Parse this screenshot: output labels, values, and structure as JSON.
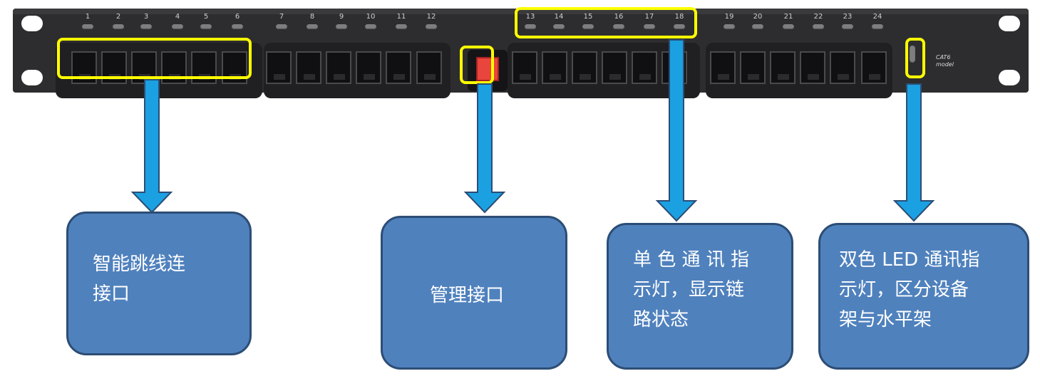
{
  "panel": {
    "port_numbers": [
      "1",
      "2",
      "3",
      "4",
      "5",
      "6",
      "7",
      "8",
      "9",
      "10",
      "11",
      "12",
      "13",
      "14",
      "15",
      "16",
      "17",
      "18",
      "19",
      "20",
      "21",
      "22",
      "23",
      "24"
    ],
    "brand_lines": [
      "CAT6",
      "model"
    ]
  },
  "callouts": {
    "smart_patch": [
      "智能跳线连",
      "接口"
    ],
    "management": [
      "管理接口"
    ],
    "single_led": [
      "单 色 通 讯 指",
      "示灯，显示链",
      "路状态"
    ],
    "dual_led": [
      "双色 LED 通讯指",
      "示灯，区分设备",
      "架与水平架"
    ]
  },
  "colors": {
    "highlight": "#ffff00",
    "arrow": "#1ba1e2",
    "callout_fill": "#4f81bd",
    "management_port": "#e8453c"
  }
}
